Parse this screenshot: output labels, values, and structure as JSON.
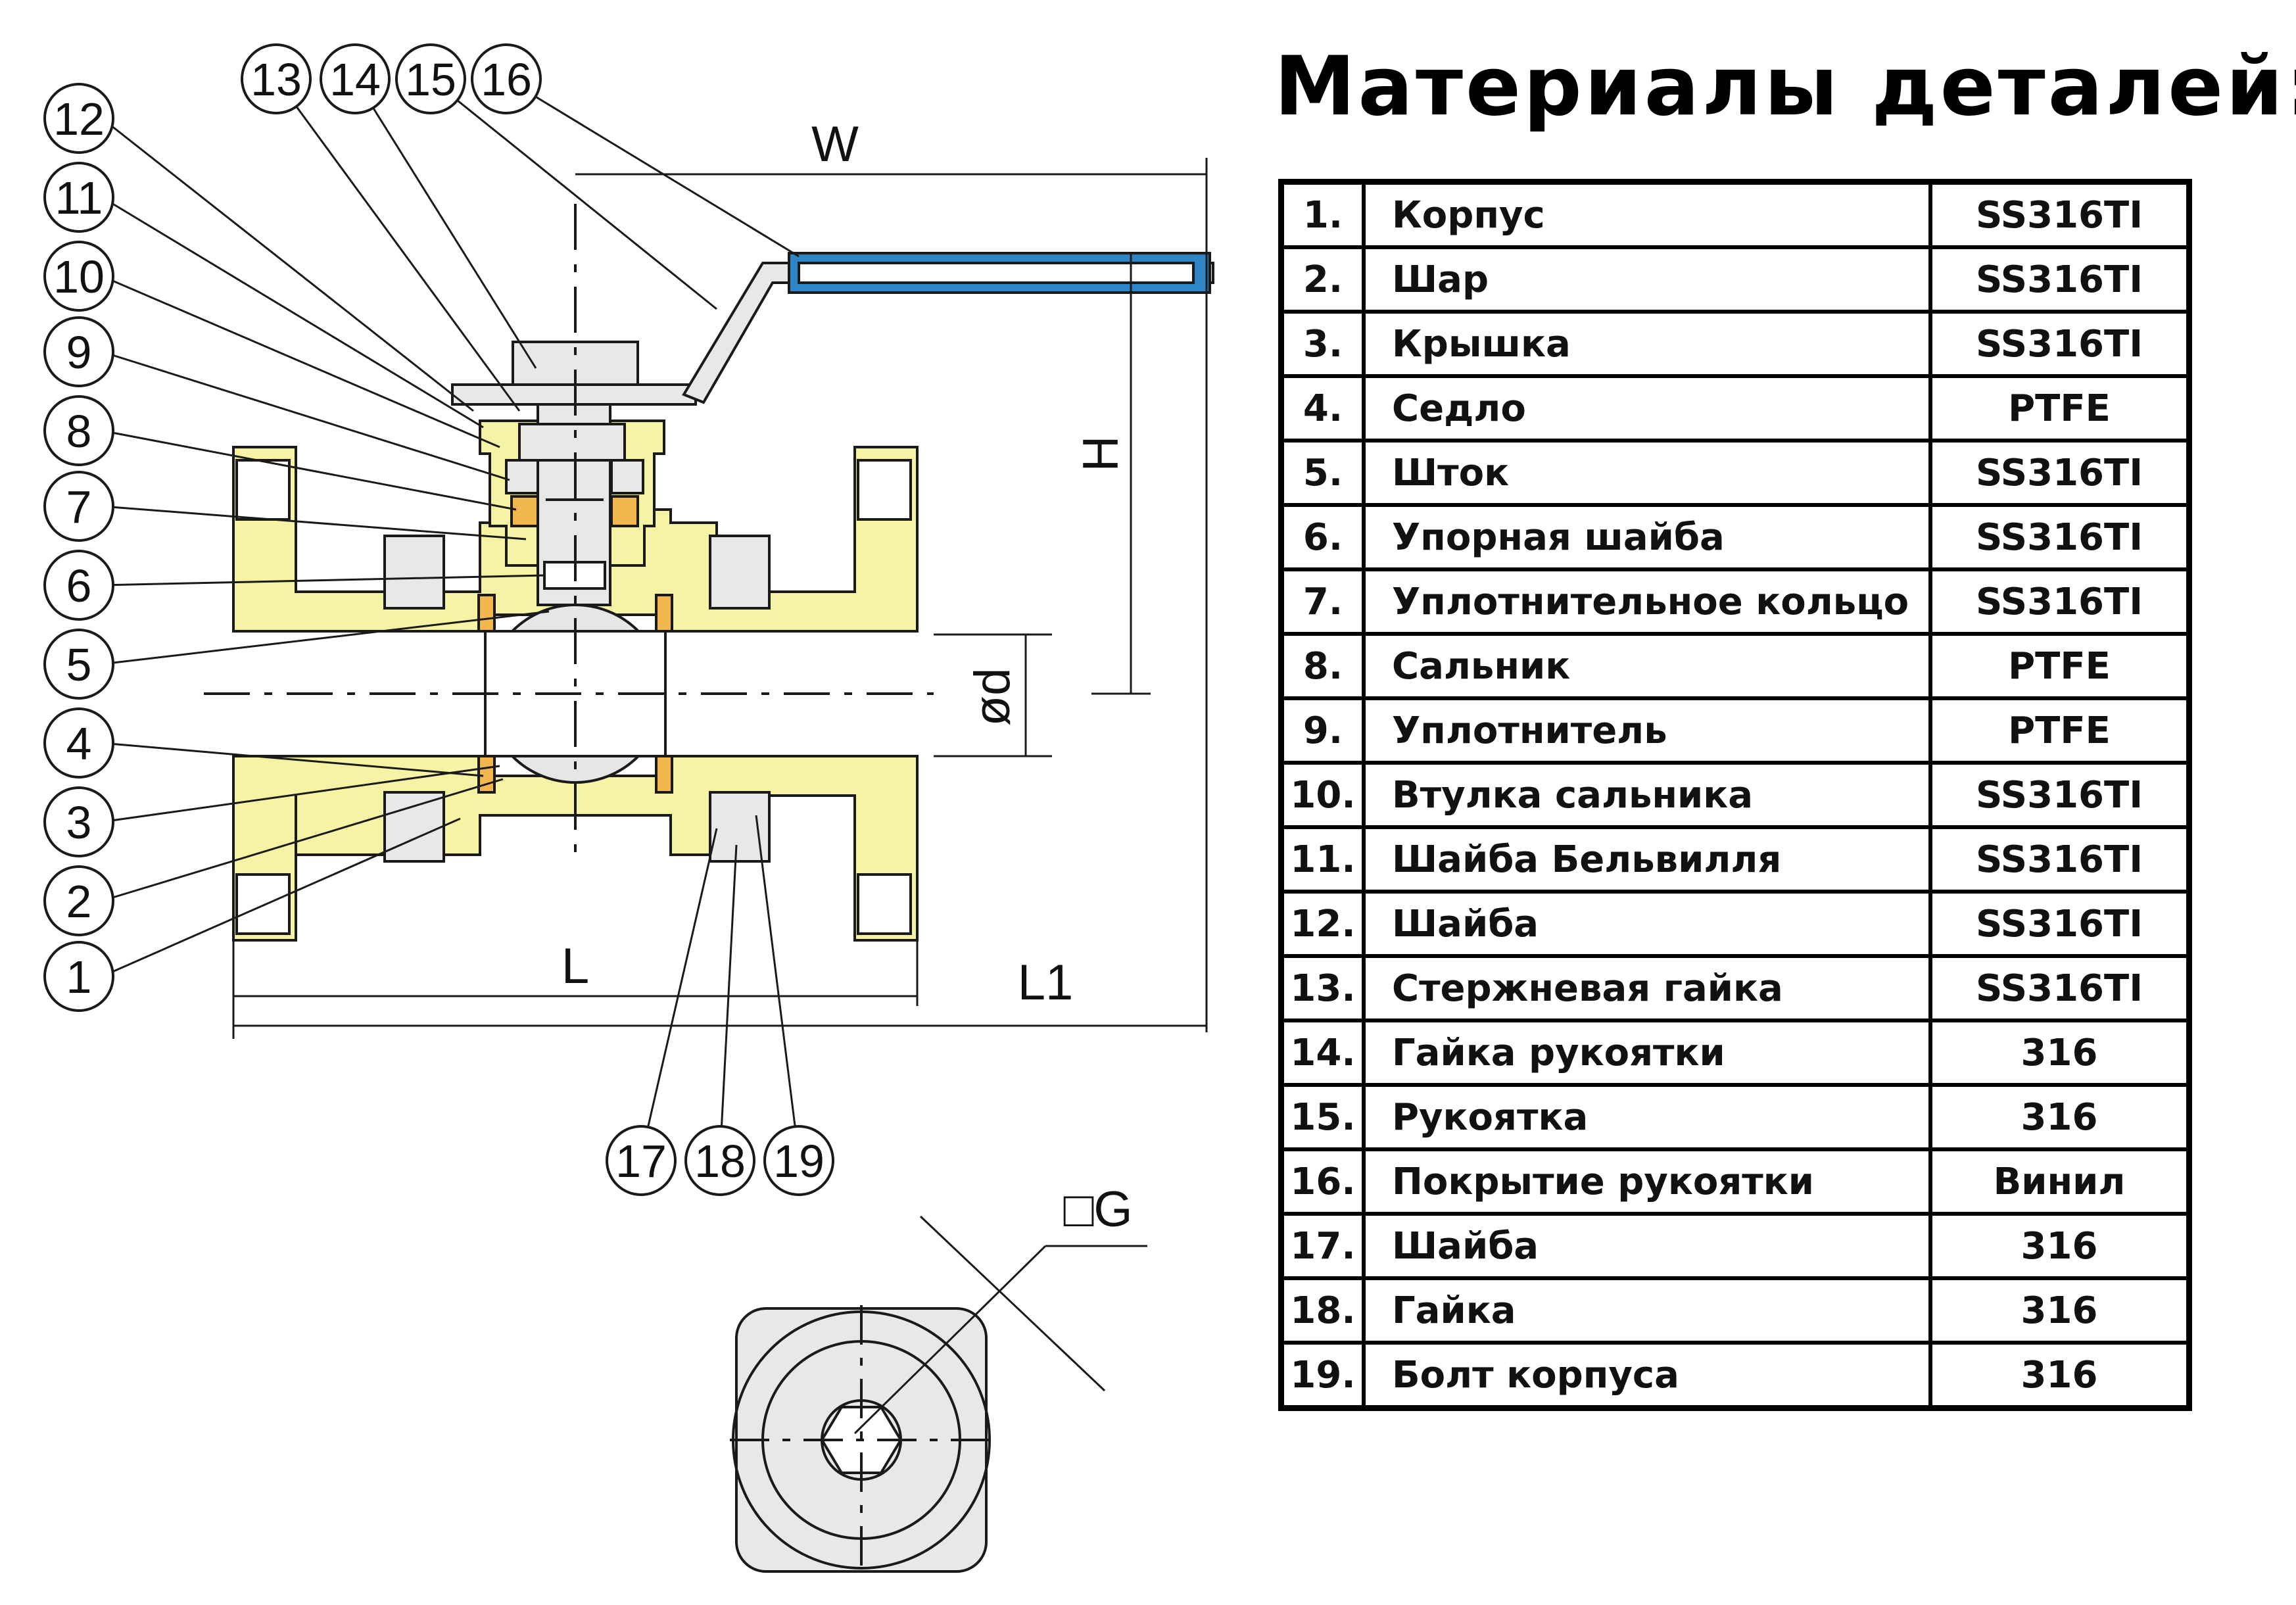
{
  "title": "Материалы деталей:",
  "parts": [
    {
      "num": "1.",
      "name": "Корпус",
      "material": "SS316TI"
    },
    {
      "num": "2.",
      "name": "Шар",
      "material": "SS316TI"
    },
    {
      "num": "3.",
      "name": "Крышка",
      "material": "SS316TI"
    },
    {
      "num": "4.",
      "name": "Седло",
      "material": "PTFE"
    },
    {
      "num": "5.",
      "name": "Шток",
      "material": "SS316TI"
    },
    {
      "num": "6.",
      "name": "Упорная шайба",
      "material": "SS316TI"
    },
    {
      "num": "7.",
      "name": "Уплотнительное кольцо",
      "material": "SS316TI"
    },
    {
      "num": "8.",
      "name": "Сальник",
      "material": "PTFE"
    },
    {
      "num": "9.",
      "name": "Уплотнитель",
      "material": "PTFE"
    },
    {
      "num": "10.",
      "name": "Втулка сальника",
      "material": "SS316TI"
    },
    {
      "num": "11.",
      "name": "Шайба Бельвилля",
      "material": "SS316TI"
    },
    {
      "num": "12.",
      "name": "Шайба",
      "material": "SS316TI"
    },
    {
      "num": "13.",
      "name": "Стержневая гайка",
      "material": "SS316TI"
    },
    {
      "num": "14.",
      "name": "Гайка рукоятки",
      "material": "316"
    },
    {
      "num": "15.",
      "name": "Рукоятка",
      "material": "316"
    },
    {
      "num": "16.",
      "name": "Покрытие рукоятки",
      "material": "Винил"
    },
    {
      "num": "17.",
      "name": "Шайба",
      "material": "316"
    },
    {
      "num": "18.",
      "name": "Гайка",
      "material": "316"
    },
    {
      "num": "19.",
      "name": "Болт корпуса",
      "material": "316"
    }
  ],
  "callouts": [
    "1",
    "2",
    "3",
    "4",
    "5",
    "6",
    "7",
    "8",
    "9",
    "10",
    "11",
    "12",
    "13",
    "14",
    "15",
    "16",
    "17",
    "18",
    "19"
  ],
  "dimensions": {
    "w": "W",
    "h": "H",
    "d": "ød",
    "l": "L",
    "l1": "L1",
    "g": "□G"
  },
  "colors": {
    "body": "#f7f3a5",
    "seat": "#f2b64e",
    "handle": "#2f86c7",
    "stem": "#e8e8e8",
    "ball": "#e6e6e6",
    "line": "#1a1a1a"
  }
}
